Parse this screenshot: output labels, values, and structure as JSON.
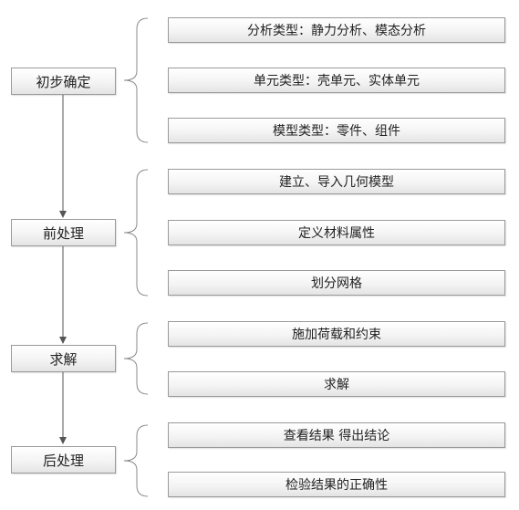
{
  "stages": [
    {
      "label": "初步确定",
      "tasks": [
        "分析类型：静力分析、模态分析",
        "单元类型：壳单元、实体单元",
        "模型类型：零件、组件"
      ]
    },
    {
      "label": "前处理",
      "tasks": [
        "建立、导入几何模型",
        "定义材料属性",
        "划分网格"
      ]
    },
    {
      "label": "求解",
      "tasks": [
        "施加荷载和约束",
        "求解"
      ]
    },
    {
      "label": "后处理",
      "tasks": [
        "查看结果 得出结论",
        "检验结果的正确性"
      ]
    }
  ],
  "colors": {
    "line": "#8a8a8a",
    "border": "#9a9a9a",
    "text": "#222222"
  }
}
